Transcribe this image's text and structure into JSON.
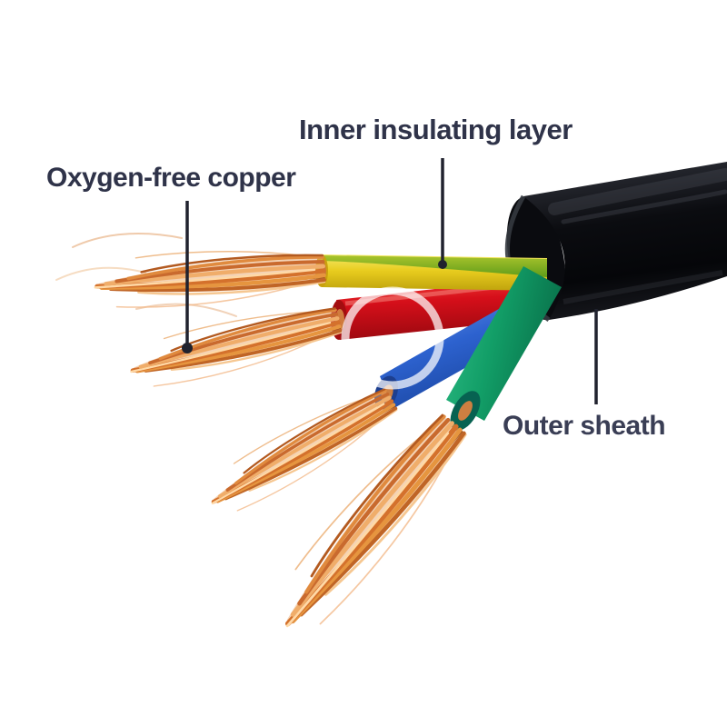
{
  "page": {
    "background": "#ffffff",
    "description": "Annotated cut-away photo of a black multi-core power cable: four insulated conductors (yellow-green, red, blue, green) with exposed stranded copper ends fanning out"
  },
  "annotations": [
    {
      "id": "inner-insulating-layer",
      "label": "Inner insulating layer"
    },
    {
      "id": "oxygen-free-copper",
      "label": "Oxygen-free copper"
    },
    {
      "id": "outer-sheath",
      "label": "Outer sheath"
    }
  ],
  "colors": {
    "label_text": "#2f3349",
    "leader_line": "#20222e",
    "outer_sheath": "#111318",
    "sheath_highlight": "#4a4e57",
    "conductor_yellow": "#e8cc1e",
    "conductor_green_stripe": "#6f9c1a",
    "conductor_red": "#d60f1a",
    "conductor_blue": "#2d62cf",
    "conductor_green": "#129e67",
    "copper": "#d88b4a",
    "watermark": "#ffffff"
  }
}
